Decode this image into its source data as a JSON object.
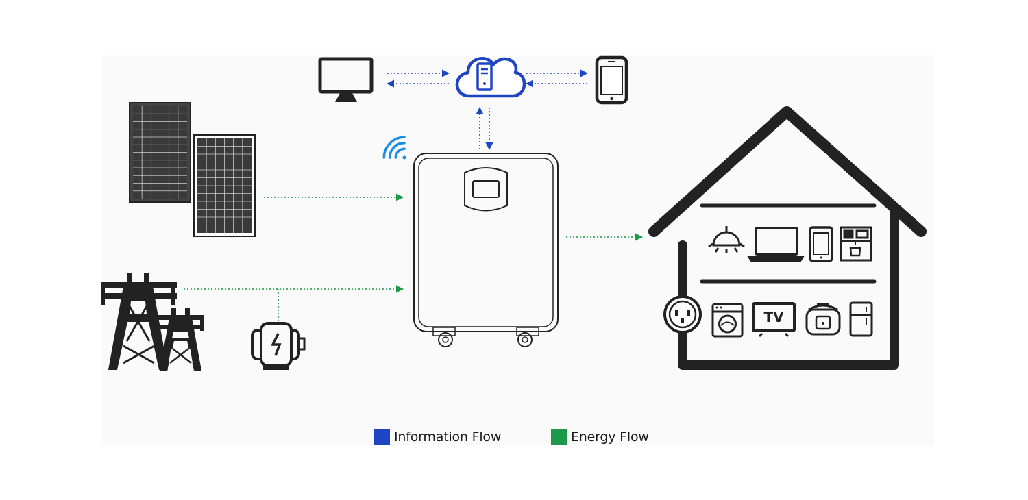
{
  "colors": {
    "information": "#1f45c4",
    "energy": "#1a9a4a",
    "wifi": "#1a8fe0",
    "ink": "#222222"
  },
  "icons": [
    "monitor-icon",
    "cloud-server-icon",
    "smartphone-icon",
    "wifi-icon",
    "solar-panel-icon",
    "power-tower-icon",
    "generator-icon",
    "battery-storage-icon",
    "house-icon",
    "ceiling-lamp-icon",
    "laptop-icon",
    "tablet-icon",
    "coffee-machine-icon",
    "power-outlet-icon",
    "washing-machine-icon",
    "tv-icon",
    "rice-cooker-icon",
    "refrigerator-icon"
  ],
  "appliances": {
    "tv_text": "TV"
  },
  "legend": [
    {
      "label": "Information Flow",
      "color": "#1f45c4"
    },
    {
      "label": "Energy Flow",
      "color": "#1a9a4a"
    }
  ]
}
